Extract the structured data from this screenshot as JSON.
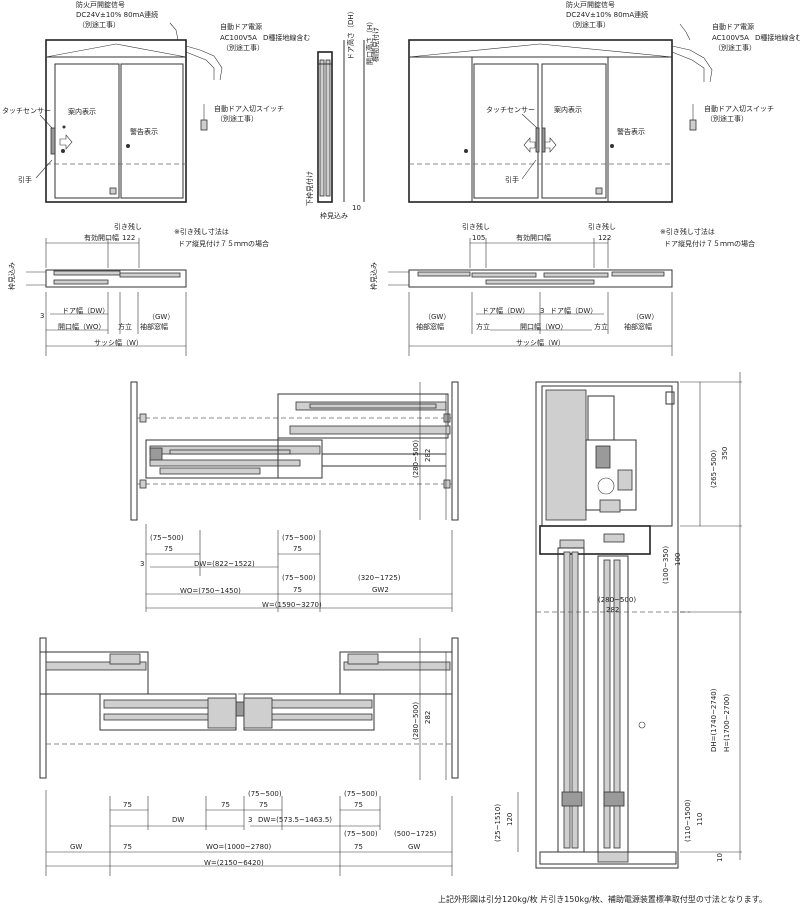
{
  "elevation_single": {
    "fire_signal": "防火戸開錠信号",
    "fire_signal_spec": "DC24V±10%  80mA連続",
    "fire_signal_note": "（別途工事）",
    "power": "自動ドア電源",
    "power_spec": "AC100V5A",
    "power_ground": "D種接地線含む",
    "power_note": "（別途工事）",
    "switch": "自動ドア入切スイッチ",
    "switch_note": "（別途工事）",
    "touch_sensor": "タッチセンサー",
    "guide": "案内表示",
    "warning": "警告表示",
    "handle": "引手"
  },
  "elevation_double": {
    "fire_signal": "防火戸開錠信号",
    "fire_signal_spec": "DC24V±10%  80mA連続",
    "fire_signal_note": "（別途工事）",
    "power": "自動ドア電源",
    "power_spec": "AC100V5A",
    "power_ground": "D種接地線含む",
    "power_note": "（別途工事）",
    "switch": "自動ドア入切スイッチ",
    "switch_note": "（別途工事）",
    "touch_sensor": "タッチセンサー",
    "guide": "案内表示",
    "warning": "警告表示",
    "handle": "引手"
  },
  "side_view": {
    "door_height": "ドア高さ（DH）",
    "opening_height": "開口高さ（H）",
    "head": "欄間見付け",
    "sill": "下枠見付け",
    "jamb_depth": "枠見込み",
    "ten": "10"
  },
  "plan_single": {
    "effective_opening": "有効開口幅",
    "pull_back": "引き残し",
    "pull_back_value": "122",
    "note_line1": "※引き残し寸法は",
    "note_line2": "ドア縦見付け７５ｍｍの場合",
    "frame_depth": "枠見込み",
    "three": "3",
    "door_width": "ドア幅（DW）",
    "opening_width": "開口幅（WO）",
    "jamb": "方立",
    "gw": "（GW）",
    "gw_label": "袖部窓幅",
    "sash_width": "サッシ幅（W）"
  },
  "plan_double": {
    "pull_back_l": "引き残し",
    "pull_back_l_value": "105",
    "effective_opening": "有効開口幅",
    "pull_back_r": "引き残し",
    "pull_back_r_value": "122",
    "note_line1": "※引き残し寸法は",
    "note_line2": "ドア縦見付け７５ｍｍの場合",
    "frame_depth": "枠見込み",
    "gw_l": "（GW）",
    "gw_l_label": "袖部窓幅",
    "jamb_l": "方立",
    "door_width_l": "ドア幅（DW）",
    "three": "3",
    "door_width_r": "ドア幅（DW）",
    "opening_width": "開口幅（WO）",
    "jamb_r": "方立",
    "gw_r": "（GW）",
    "gw_r_label": "袖部窓幅",
    "sash_width": "サッシ幅（W）"
  },
  "section_single": {
    "r_75_500_a": "(75~500)",
    "v_75_a": "75",
    "r_75_500_b": "(75~500)",
    "v_75_b": "75",
    "three": "3",
    "dw": "DW=(822~1522)",
    "wo": "WO=(750~1450)",
    "r_75_500_c": "(75~500)",
    "v_75_c": "75",
    "r_gw2": "(320~1725)",
    "gw2": "GW2",
    "w": "W=(1590~3270)",
    "r_280_500": "(280~500)",
    "v_282": "282"
  },
  "section_double": {
    "v_75_1": "75",
    "v_75_2": "75",
    "r_75_500_1": "(75~500)",
    "v_75_3": "75",
    "r_75_500_2": "(75~500)",
    "v_75_4": "75",
    "dw": "DW",
    "three": "3",
    "dw2": "DW=(573.5~1463.5)",
    "r_75_500_3": "(75~500)",
    "r_500_1725": "(500~1725)",
    "gw_l": "GW",
    "v_75_5": "75",
    "wo": "WO=(1000~2780)",
    "v_75_6": "75",
    "gw_r": "GW",
    "w": "W=(2150~6420)",
    "r_280_500": "(280~500)",
    "v_282": "282"
  },
  "vertical_section": {
    "r_265_500": "(265~500)",
    "v_350": "350",
    "r_100_350": "(100~350)",
    "v_100": "100",
    "r_280_500": "(280~500)",
    "v_282": "282",
    "dh": "DH=(1740~2740)",
    "h": "H=(1700~2700)",
    "r_25_1510": "(25~1510)",
    "v_120": "120",
    "r_110_1500": "(110~1500)",
    "v_110": "110",
    "v_10": "10"
  },
  "footnote": "上記外形図は引分120kg/枚 片引き150kg/枚、補助電源装置標準取付型の寸法となります。"
}
